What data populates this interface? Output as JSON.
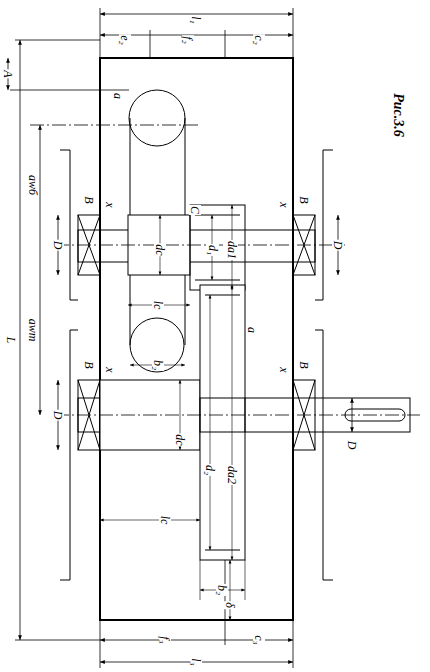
{
  "diagram": {
    "caption": "Рис.3.6",
    "labels": [
      "l₁",
      "e₂",
      "f₂",
      "c₂",
      "A",
      "a",
      "L",
      "awб",
      "awт",
      "B",
      "x",
      "B",
      "x",
      "D",
      "dc",
      "C",
      "d₁",
      "da1",
      "D",
      "lc",
      "b₂",
      "a",
      "B",
      "x",
      "B",
      "x",
      "D",
      "dc",
      "d₂",
      "da2",
      "D",
      "lc",
      "b₂",
      "δ",
      "f₃",
      "c₃",
      "l₃"
    ]
  }
}
